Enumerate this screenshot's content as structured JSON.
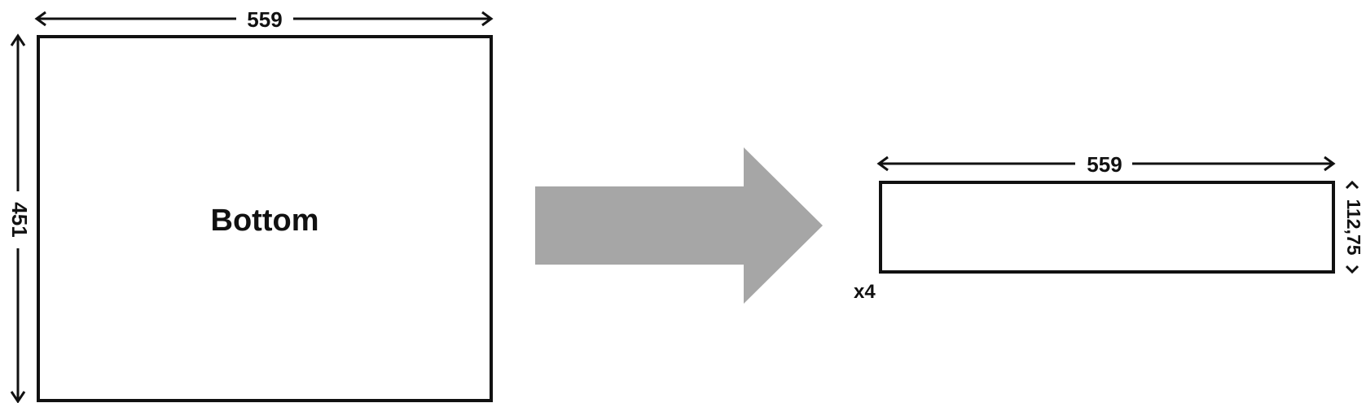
{
  "left_panel": {
    "label": "Bottom",
    "width_label": "559",
    "height_label": "451"
  },
  "arrow": {
    "color": "#a6a6a6"
  },
  "right_panel": {
    "width_label": "559",
    "height_label": "112,75",
    "count_label": "x4"
  },
  "colors": {
    "stroke": "#111111",
    "background": "#ffffff"
  }
}
